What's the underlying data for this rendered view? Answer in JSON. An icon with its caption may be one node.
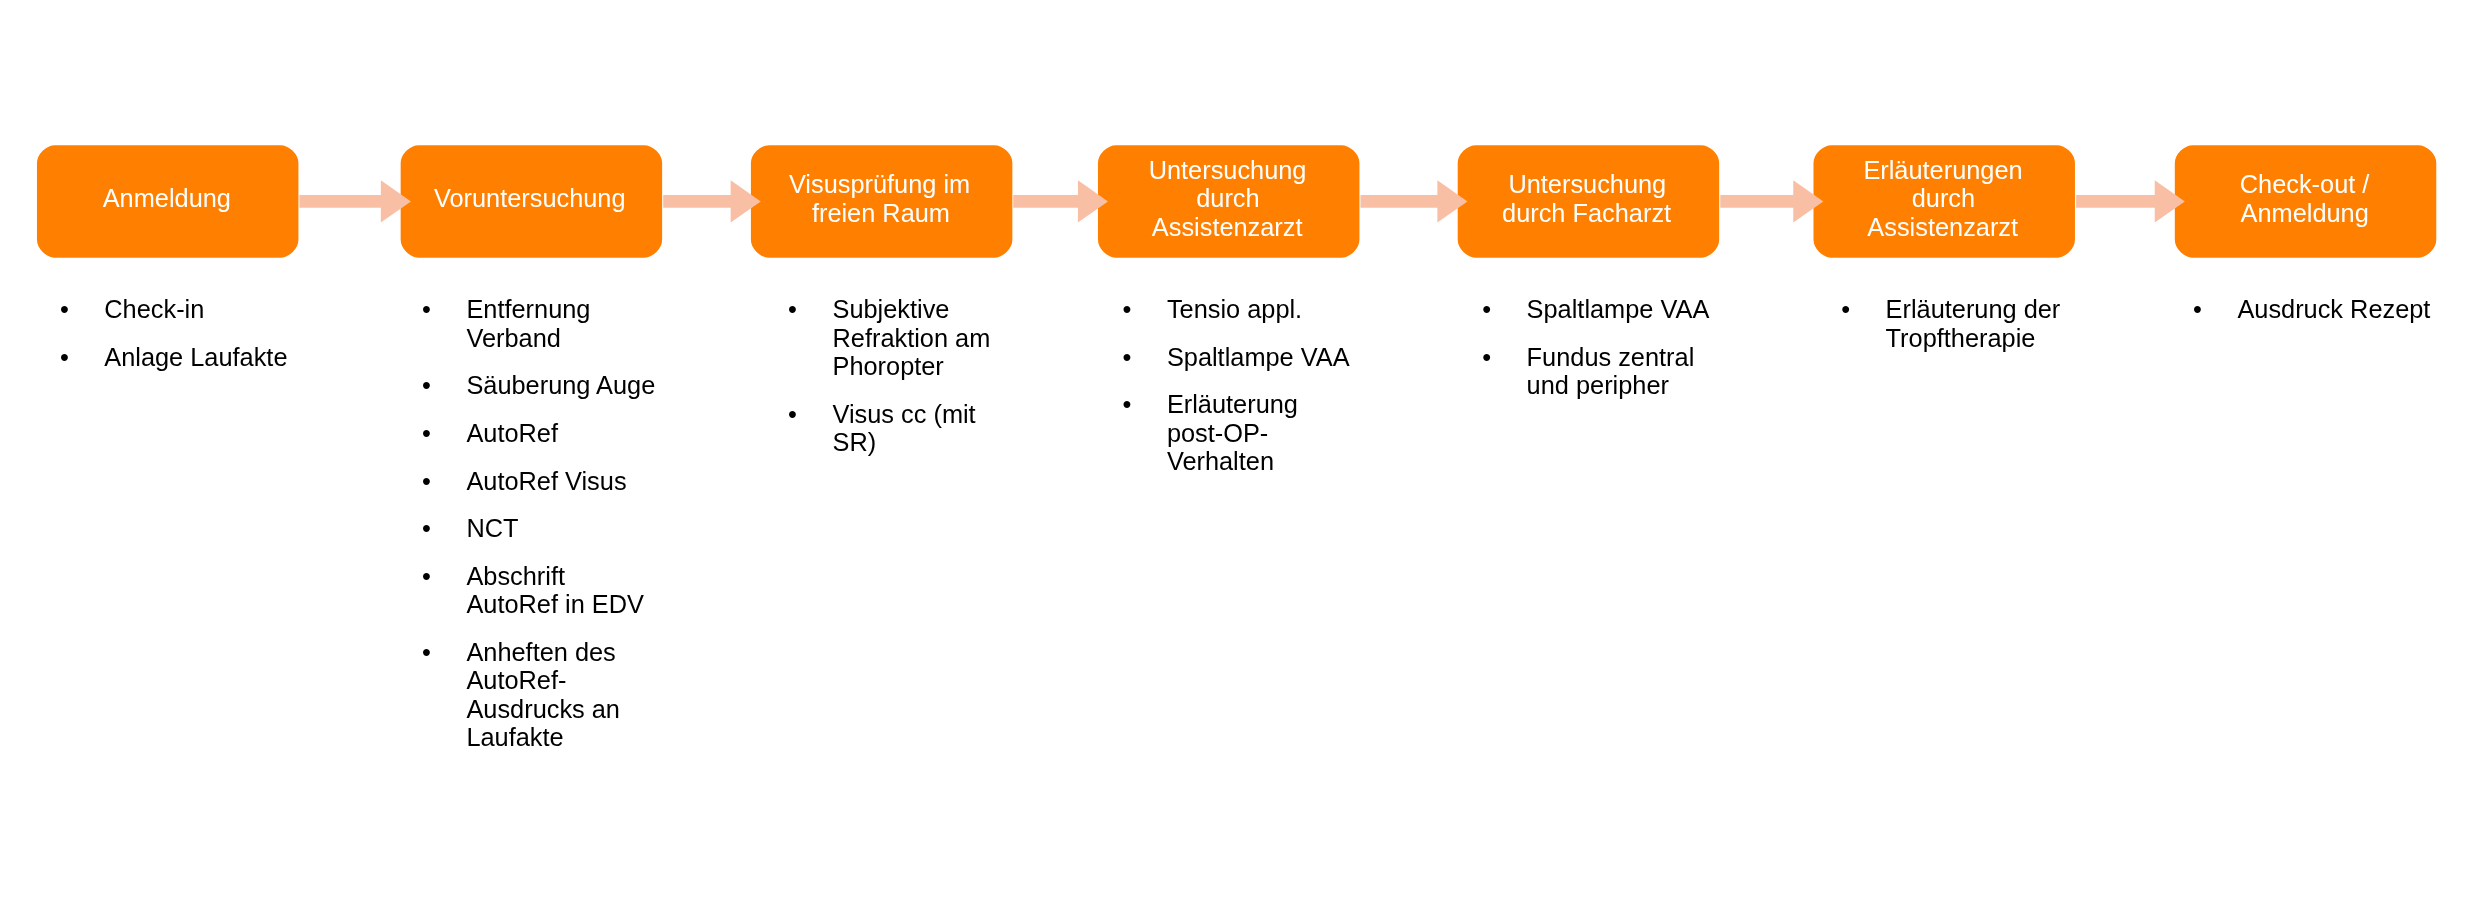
{
  "diagram": {
    "nodes": [
      {
        "text": [
          "Anmeldung"
        ],
        "beside": [
          "• Check-in",
          "• Anlage Laufakte"
        ]
      },
      {
        "text": [
          "Voruntersuchung"
        ],
        "beside": [
          "• Entfernung Verband",
          "• Säuberung Auge",
          "• AutoRef",
          "• AutoRef Visus",
          "• NCT",
          "• Abschrift AutoRef in EDV",
          "• Anheften des AutoRef-Ausdrucks an Laufakte"
        ]
      },
      {
        "text": [
          "Visusprüfung im freien Raum"
        ],
        "beside": [
          "• Subjektive Refraktion am Phoropter",
          "• Visus cc (mit SR)"
        ]
      },
      {
        "text": [
          "Untersuchung durch Assistenzarzt"
        ],
        "beside": [
          "• Tensio appl.",
          "• Spaltlampe VAA",
          "• Erläuterung post-OP-Verhalten"
        ]
      },
      {
        "text": [
          "Untersuchung durch Facharzt"
        ],
        "beside": [
          "• Spaltlampe VAA",
          "• Fundus zentral und peripher"
        ]
      },
      {
        "text": [
          "Erläuterungen durch Assistenzarzt"
        ],
        "beside": [
          "• Erläuterung der Tropftherapie"
        ]
      },
      {
        "text": [
          "Check-out / Anmeldung"
        ],
        "beside": [
          "• Ausdruck Rezept"
        ]
      }
    ],
    "edges": [
      {
        "from": 0,
        "to": 1,
        "arrow": "to"
      },
      {
        "from": 1,
        "to": 2,
        "arrow": "to"
      },
      {
        "from": 2,
        "to": 3,
        "arrow": "to"
      },
      {
        "from": 3,
        "to": 4,
        "arrow": "to"
      },
      {
        "from": 4,
        "to": 5,
        "arrow": "to"
      },
      {
        "from": 5,
        "to": 6,
        "arrow": "to"
      }
    ]
  }
}
